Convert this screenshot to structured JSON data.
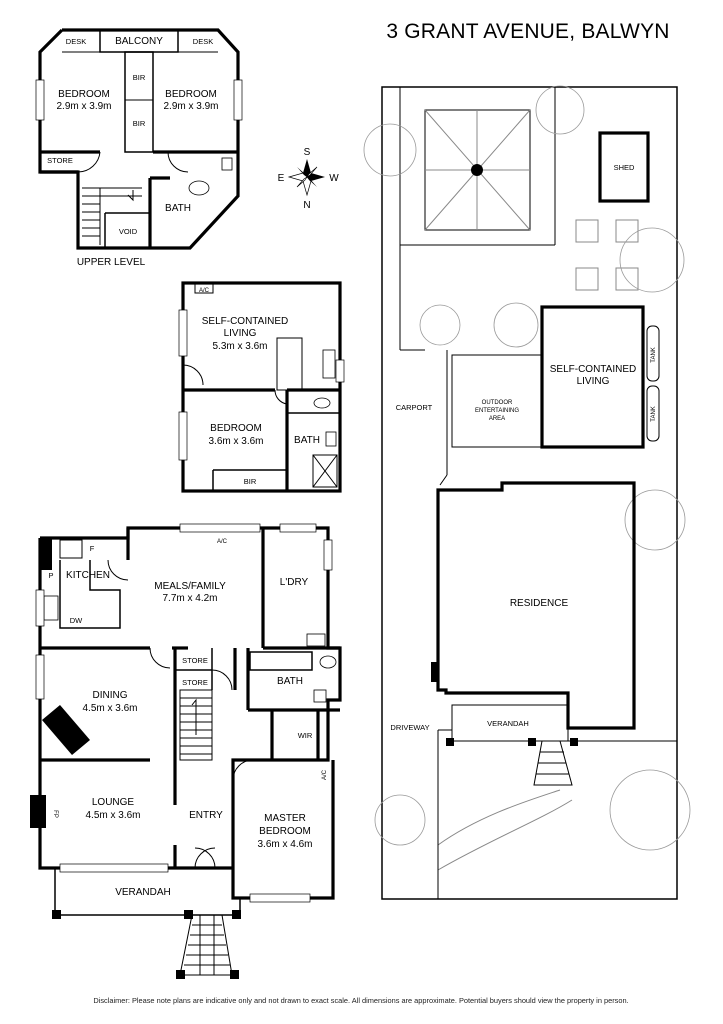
{
  "title": "3 GRANT AVENUE, BALWYN",
  "compass": {
    "n": "N",
    "s": "S",
    "e": "E",
    "w": "W"
  },
  "upper_level": {
    "caption": "UPPER LEVEL",
    "desk_left": "DESK",
    "balcony": "BALCONY",
    "desk_right": "DESK",
    "bedroom_left": {
      "name": "BEDROOM",
      "size": "2.9m x 3.9m"
    },
    "bedroom_right": {
      "name": "BEDROOM",
      "size": "2.9m x 3.9m"
    },
    "bir_top": "BIR",
    "bir_bottom": "BIR",
    "store": "STORE",
    "bath": "BATH",
    "void": "VOID"
  },
  "self_contained": {
    "ac": "A/C",
    "living": {
      "name": "SELF-CONTAINED",
      "name2": "LIVING",
      "size": "5.3m x 3.6m"
    },
    "bedroom": {
      "name": "BEDROOM",
      "size": "3.6m x 3.6m"
    },
    "bath": "BATH",
    "bir": "BIR"
  },
  "ground": {
    "f": "F",
    "p": "P",
    "kitchen": "KITCHEN",
    "dw": "DW",
    "ac": "A/C",
    "meals": {
      "name": "MEALS/FAMILY",
      "size": "7.7m x 4.2m"
    },
    "ldry": "L'DRY",
    "store1": "STORE",
    "store2": "STORE",
    "bath": "BATH",
    "dining": {
      "name": "DINING",
      "size": "4.5m x 3.6m"
    },
    "fp1": "FP",
    "wir": "WIR",
    "ac2": "A/C",
    "lounge": {
      "name": "LOUNGE",
      "size": "4.5m x 3.6m"
    },
    "fp2": "FP",
    "entry": "ENTRY",
    "master": {
      "name": "MASTER",
      "name2": "BEDROOM",
      "size": "3.6m x 4.6m"
    },
    "verandah": "VERANDAH"
  },
  "site": {
    "shed": "SHED",
    "self_contained": "SELF-CONTAINED",
    "self_contained2": "LIVING",
    "tank1": "TANK",
    "tank2": "TANK",
    "carport": "CARPORT",
    "outdoor": "OUTDOOR",
    "outdoor2": "ENTERTAINING",
    "outdoor3": "AREA",
    "residence": "RESIDENCE",
    "driveway": "DRIVEWAY",
    "verandah": "VERANDAH"
  },
  "disclaimer": "Disclaimer: Please note plans are indicative only and not drawn to exact scale. All dimensions are approximate. Potential buyers should view the property in person."
}
